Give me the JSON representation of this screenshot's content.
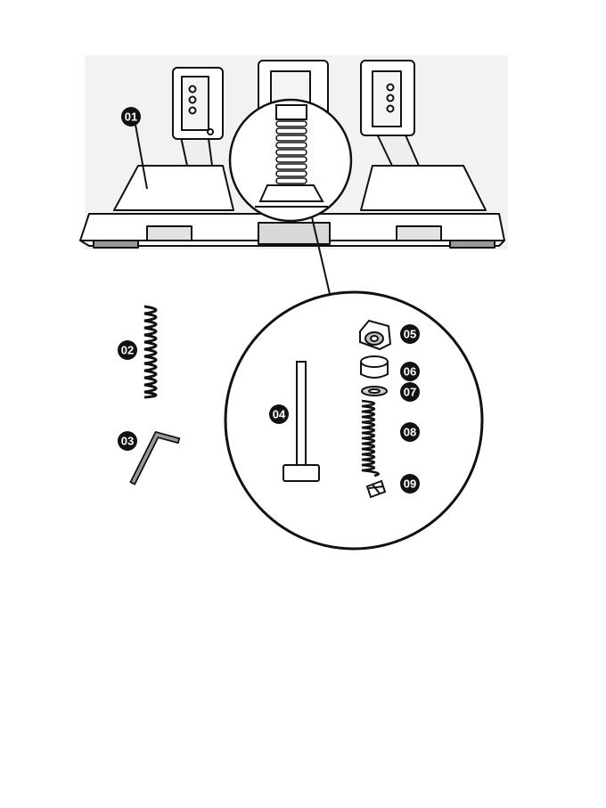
{
  "diagram": {
    "callouts": [
      {
        "id": "01",
        "label": "01"
      },
      {
        "id": "02",
        "label": "02"
      },
      {
        "id": "03",
        "label": "03"
      },
      {
        "id": "04",
        "label": "04"
      },
      {
        "id": "05",
        "label": "05"
      },
      {
        "id": "06",
        "label": "06"
      },
      {
        "id": "07",
        "label": "07"
      },
      {
        "id": "08",
        "label": "08"
      },
      {
        "id": "09",
        "label": "09"
      }
    ],
    "colors": {
      "line": "#111111",
      "fill_light": "#ffffff",
      "fill_gray": "#d4d4d4",
      "fill_dark": "#8a8a8a",
      "badge": "#111111"
    }
  }
}
